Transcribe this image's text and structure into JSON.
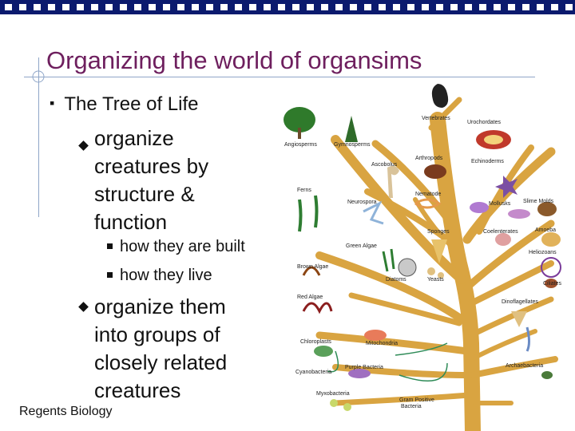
{
  "slide": {
    "title": "Organizing the world of organsims",
    "bullet": "The Tree of Life",
    "sub1": [
      "organize",
      "creatures by",
      "structure &",
      "function"
    ],
    "subsub": [
      "how they are built",
      "how they live"
    ],
    "sub2": [
      "organize them",
      "into groups of",
      "closely related",
      "creatures"
    ],
    "footer": "Regents Biology"
  },
  "tree_labels": {
    "vertebrates": "Vertebrates",
    "urochordates": "Urochordates",
    "angiosperms": "Angiosperms",
    "gymnosperms": "Gymnosperms",
    "ascobolus": "Ascobolus",
    "arthropods": "Arthropods",
    "echinoderms": "Echinoderms",
    "ferns": "Ferns",
    "nematode": "Nematode",
    "neurospora": "Neurospora",
    "mollusks": "Mollusks",
    "slime_molds": "Slime Molds",
    "coelenterates": "Coelenterates",
    "amoeba": "Amoeba",
    "sponges": "Sponges",
    "green_algae": "Green Algae",
    "heliozoans": "Heliozoans",
    "brown_algae": "Brown Algae",
    "diatoms": "Diatoms",
    "yeasts": "Yeasts",
    "ciliates": "Ciliates",
    "red_algae": "Red Algae",
    "dinoflagellates": "Dinoflagellates",
    "chloroplasts": "Chloroplasts",
    "mitochondria": "Mitochondria",
    "cyanobacteria": "Cyanobacteria",
    "purple_bacteria": "Purple Bacteria",
    "archaebacteria": "Archaebacteria",
    "myxobacteria": "Myxobacteria",
    "gram_positive_1": "Gram Positive",
    "gram_positive_2": "Bacteria"
  },
  "colors": {
    "title": "#6e1f5e",
    "topbar": "#0b1a6e",
    "trunk": "#d9a441",
    "arrow": "#2e8b57"
  }
}
